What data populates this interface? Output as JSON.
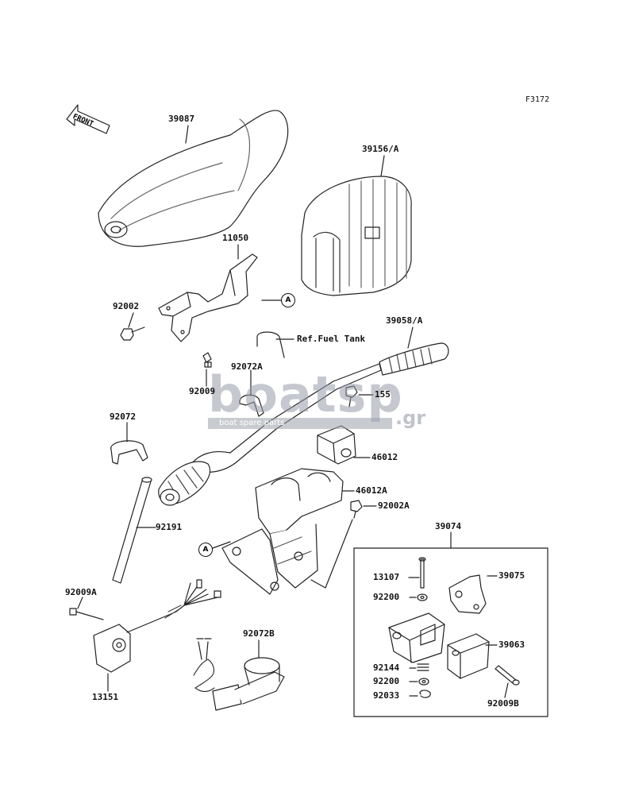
{
  "figure_code": "F3172",
  "front_label": "FRONT",
  "watermark": {
    "brand": "boatsp",
    "tld": ".gr",
    "tagline": "boat spare parts"
  },
  "callout_letter": "A",
  "reference_note": "Ref.Fuel Tank",
  "parts": {
    "p39087": "39087",
    "p39156A": "39156/A",
    "p11050": "11050",
    "p92002": "92002",
    "p39058A": "39058/A",
    "p92072A": "92072A",
    "p92009": "92009",
    "p155": "155",
    "p92072": "92072",
    "p46012": "46012",
    "p46012A": "46012A",
    "p92002A": "92002A",
    "p92191": "92191",
    "p39074": "39074",
    "p13107": "13107",
    "p39075": "39075",
    "p92200a": "92200",
    "p92009A": "92009A",
    "p39063": "39063",
    "p92072B": "92072B",
    "p92144": "92144",
    "p92200b": "92200",
    "p92033": "92033",
    "p13151": "13151",
    "p92009B": "92009B"
  }
}
